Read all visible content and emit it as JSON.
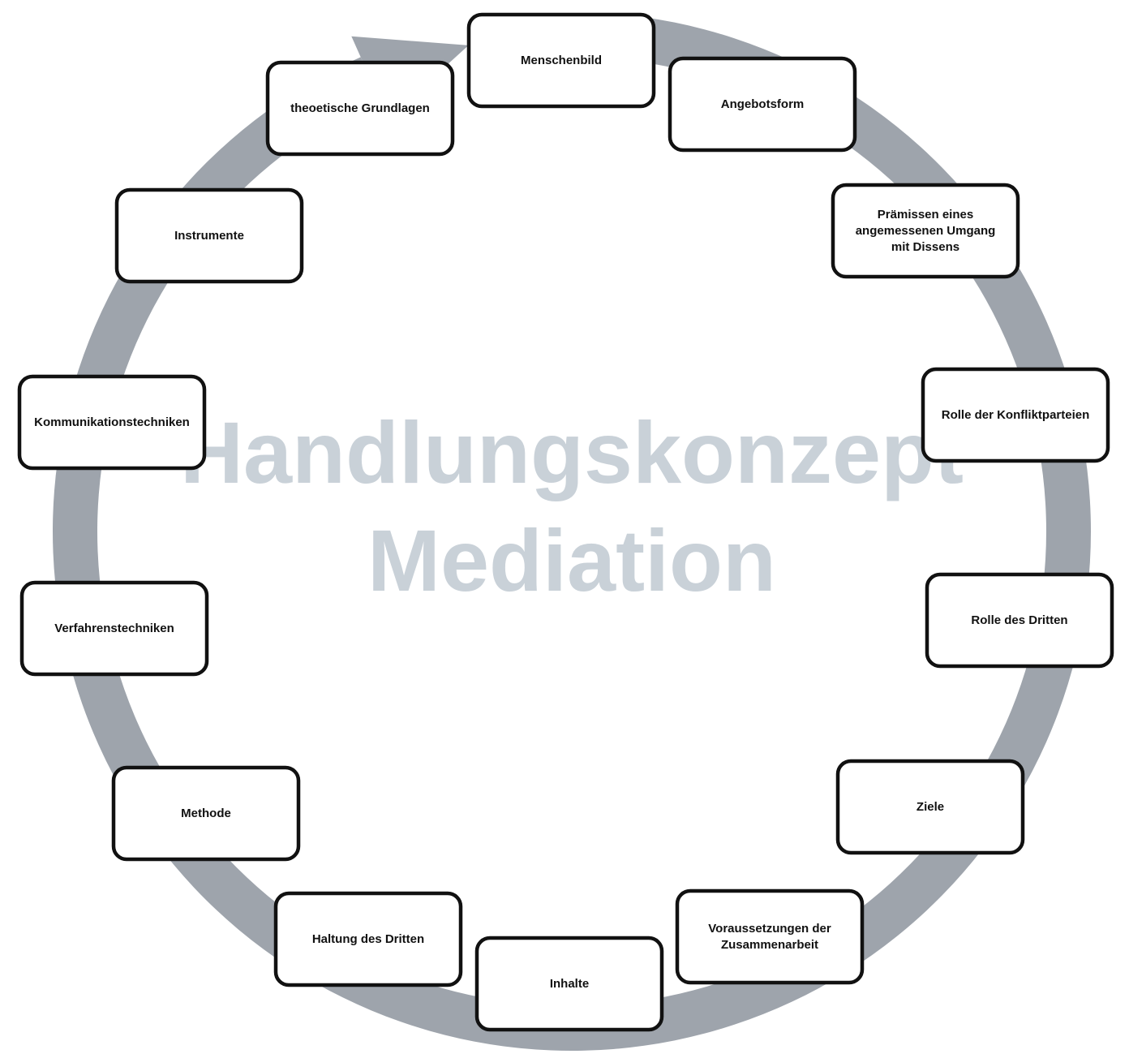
{
  "diagram": {
    "center_title_line1": "Handlungskonzept",
    "center_title_line2": "Mediation",
    "cycle_direction": "clockwise",
    "ring_color": "#9ea4ac",
    "nodes": [
      {
        "id": "menschenbild",
        "label": "Menschenbild"
      },
      {
        "id": "angebotsform",
        "label": "Angebotsform"
      },
      {
        "id": "praemissen",
        "label": "Prämissen eines\nangemessenen Umgang\nmit Dissens"
      },
      {
        "id": "rolle-konfliktparteien",
        "label": "Rolle der Konfliktparteien"
      },
      {
        "id": "rolle-dritten",
        "label": "Rolle des Dritten"
      },
      {
        "id": "ziele",
        "label": "Ziele"
      },
      {
        "id": "voraussetzungen",
        "label": "Voraussetzungen der\nZusammenarbeit"
      },
      {
        "id": "inhalte",
        "label": "Inhalte"
      },
      {
        "id": "haltung",
        "label": "Haltung des Dritten"
      },
      {
        "id": "methode",
        "label": "Methode"
      },
      {
        "id": "verfahrenstechniken",
        "label": "Verfahrenstechniken"
      },
      {
        "id": "kommunikationstechniken",
        "label": "Kommunikationstechniken"
      },
      {
        "id": "instrumente",
        "label": "Instrumente"
      },
      {
        "id": "grundlagen",
        "label": "theoetische Grundlagen"
      }
    ]
  }
}
